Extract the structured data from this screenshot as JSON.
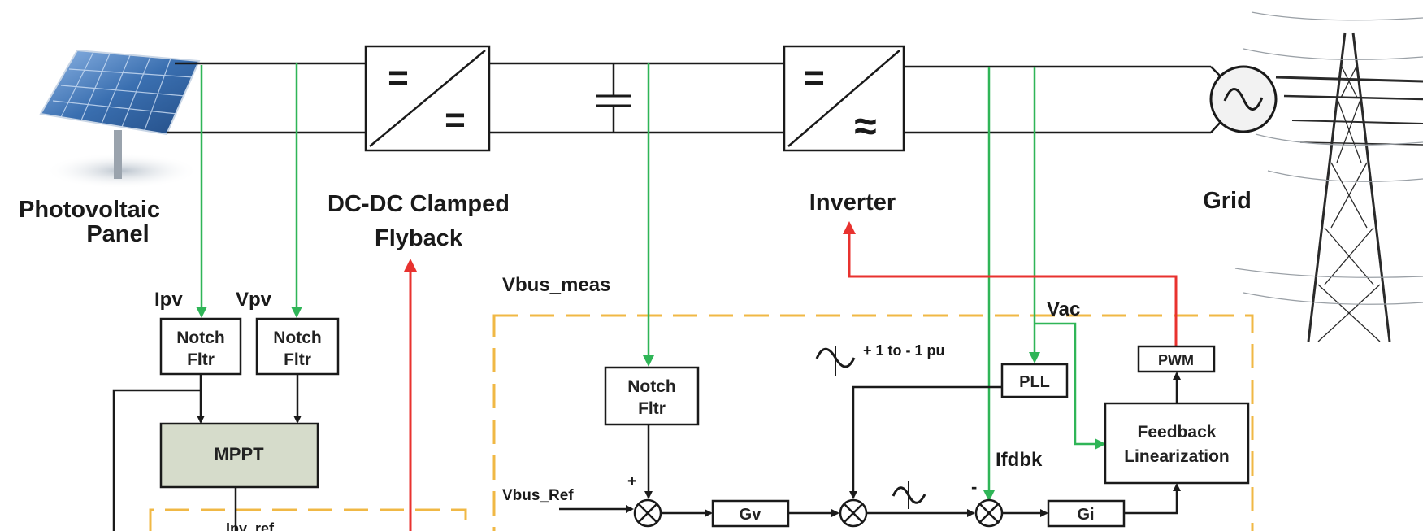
{
  "colors": {
    "line": "#1a1a1a",
    "measure": "#2fb557",
    "command": "#e8322f",
    "dashed_frame": "#f0b845",
    "mppt_fill": "#d6dccb",
    "panel_blue": "#3a6fb0"
  },
  "labels": {
    "pv_panel_line1": "Photovoltaic",
    "pv_panel_line2": "Panel",
    "dcdc_line1": "DC-DC Clamped",
    "dcdc_line2": "Flyback",
    "inverter": "Inverter",
    "grid": "Grid",
    "ipv": "Ipv",
    "vpv": "Vpv",
    "vbus_meas": "Vbus_meas",
    "vac": "Vac",
    "pu_range": "+ 1 to - 1 pu",
    "ifdbk": "Ifdbk",
    "vbus_ref": "Vbus_Ref",
    "ipv_ref": "Ipv_ref",
    "plus": "+",
    "minus": "-"
  },
  "blocks": {
    "notch1_line1": "Notch",
    "notch1_line2": "Fltr",
    "notch2_line1": "Notch",
    "notch2_line2": "Fltr",
    "notch3_line1": "Notch",
    "notch3_line2": "Fltr",
    "mppt": "MPPT",
    "pll": "PLL",
    "pwm": "PWM",
    "fb_line1": "Feedback",
    "fb_line2": "Linearization",
    "gv": "Gv",
    "gi": "Gi"
  },
  "symbols": {
    "dc": "=",
    "ac": "≈"
  }
}
